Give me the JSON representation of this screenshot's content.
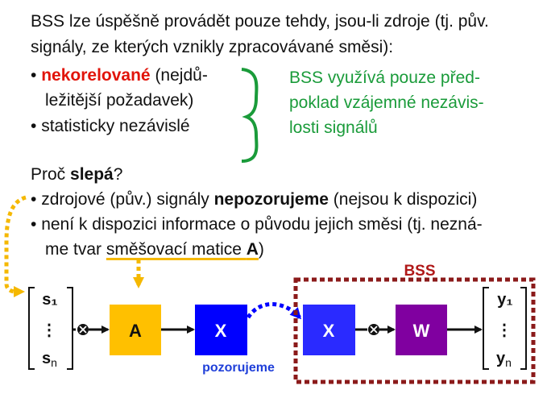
{
  "intro": {
    "line1": "BSS lze úspěšně provádět pouze tehdy, jsou-li zdroje (tj. pův.",
    "line2": "signály, ze kterých vznikly zpracovávané směsi):"
  },
  "conditions": {
    "bullet1_bold": "nekorelované",
    "bullet1_rest": " (nejdů-",
    "bullet1_cont": "ležitější požadavek)",
    "bullet2": "statisticky nezávislé",
    "bullet_glyph": "•",
    "brace_note": [
      "BSS využívá pouze před-",
      "poklad vzájemné nezávis-",
      "losti signálů"
    ]
  },
  "why": {
    "prefix": "Proč ",
    "bold": "slepá",
    "suffix": "?",
    "b1_pre": "zdrojové (pův.) signály ",
    "b1_bold": "nepozorujeme",
    "b1_post": " (nejsou k dispozici)",
    "b2_line1": "není k dispozici informace o původu jejich směsi (tj. nezná-",
    "b2_line2_pre": "me tvar ",
    "b2_line2_ul": "směšovací matice ",
    "b2_line2_bold": "A",
    "b2_line2_post": ")"
  },
  "diagram": {
    "sources_top": "s₁",
    "sources_dots": "⋮",
    "sources_bottom_base": "s",
    "sources_bottom_sub": "n",
    "block_A": "A",
    "block_X1": "X",
    "observed_label": "pozorujeme",
    "bss_label": "BSS",
    "block_X2": "X",
    "block_W": "W",
    "outputs_top": "y₁",
    "outputs_dots": "⋮",
    "outputs_bottom_base": "y",
    "outputs_bottom_sub": "n",
    "colors": {
      "block_A": "#ffc000",
      "block_X": "#0000ff",
      "block_W": "#8000a0",
      "bss_frame": "#8b1a1a",
      "observed": "#1f3fd9",
      "dotted_arrow": "#f5b800"
    }
  }
}
